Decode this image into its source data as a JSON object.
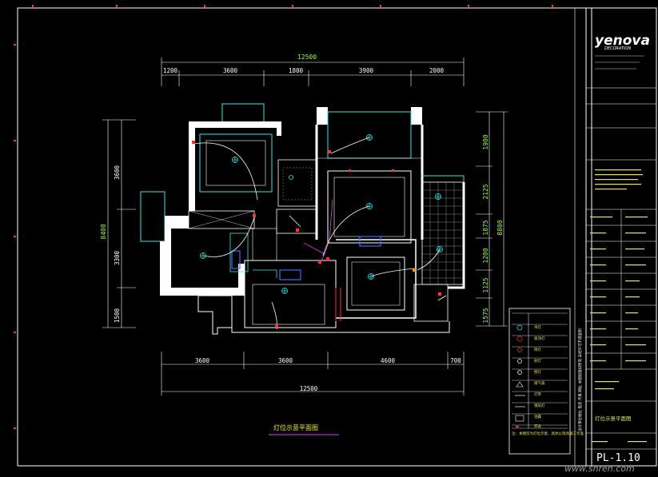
{
  "drawing": {
    "top_total": "12500",
    "top_segments": [
      "1200",
      "3600",
      "1800",
      "3900",
      "2000"
    ],
    "bottom_total": "12500",
    "bottom_segments": [
      "3600",
      "3600",
      "4600",
      "700"
    ],
    "left_total": "8400",
    "left_segments": [
      "3600",
      "3300",
      "1500"
    ],
    "right_total": "8800",
    "right_segments": [
      "1900",
      "2125",
      "1875",
      "1200",
      "1125",
      "1575"
    ],
    "plan_title": "灯位示意平面图"
  },
  "title_block": {
    "logo": "yenova",
    "logo_sub": "DECORATION",
    "sheet_number": "PL-1.10",
    "drawing_name": "灯位示意平面图",
    "vertical_note": "设计单位地址 电话 传真 网址 本图纸版权所有 未经许可不得复制"
  },
  "legend": {
    "items": [
      "吊灯",
      "吸顶灯",
      "筒灯",
      "射灯",
      "壁灯",
      "排气扇",
      "灯带",
      "镜前灯",
      "浴霸",
      "开关"
    ],
    "note": "注：本图仅为灯位示意，具体以现场施工为准"
  },
  "watermark": "www.snren.com",
  "colors": {
    "wall": "#ffffff",
    "dim_green": "#9dff3a",
    "cyan": "#2ee8e8",
    "magenta": "#e040e0",
    "red": "#ff3030",
    "yellow": "#f2ef3a",
    "blue": "#3a6cff"
  }
}
